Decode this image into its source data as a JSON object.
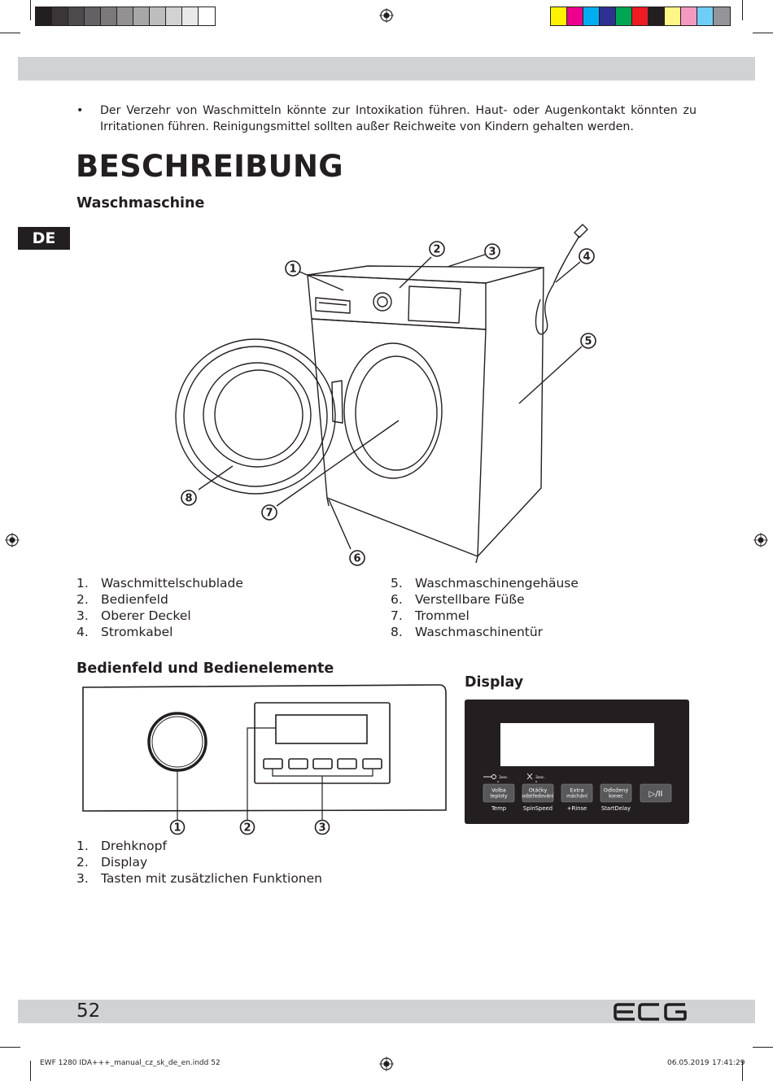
{
  "colors": {
    "gray_swatches": [
      "#231f20",
      "#3a3536",
      "#4d4a4b",
      "#636163",
      "#7b797a",
      "#939192",
      "#a8a7a8",
      "#bebdbe",
      "#d3d2d3",
      "#e8e8e8",
      "#ffffff"
    ],
    "color_swatches": [
      "#fff200",
      "#ec008c",
      "#00aeef",
      "#2e3192",
      "#00a651",
      "#ed1c24",
      "#231f20",
      "#fff685",
      "#f49ac1",
      "#6dcff6",
      "#939598"
    ],
    "bar_gray": "#d1d2d4",
    "ink": "#231f20"
  },
  "intro": {
    "bullet": "•",
    "text": "Der Verzehr von Waschmitteln könnte zur Intoxikation führen. Haut- oder Augenkontakt könnten zu Irritationen führen. Reinigungsmittel sollten außer Reichweite von Kindern gehalten werden."
  },
  "heading": "BESCHREIBUNG",
  "language_tab": "DE",
  "washer": {
    "title": "Waschmaschine",
    "callouts": [
      "1",
      "2",
      "3",
      "4",
      "5",
      "6",
      "7",
      "8"
    ],
    "parts_left": [
      {
        "num": "1.",
        "label": "Waschmittelschublade"
      },
      {
        "num": "2.",
        "label": "Bedienfeld"
      },
      {
        "num": "3.",
        "label": "Oberer Deckel"
      },
      {
        "num": "4.",
        "label": "Stromkabel"
      }
    ],
    "parts_right": [
      {
        "num": "5.",
        "label": "Waschmaschinengehäuse"
      },
      {
        "num": "6.",
        "label": "Verstellbare Füße"
      },
      {
        "num": "7.",
        "label": "Trommel"
      },
      {
        "num": "8.",
        "label": "Waschmaschinentür"
      }
    ]
  },
  "control_panel": {
    "title": "Bedienfeld und Bedienelemente",
    "callouts": [
      "1",
      "2",
      "3"
    ],
    "items": [
      {
        "num": "1.",
        "label": "Drehknopf"
      },
      {
        "num": "2.",
        "label": "Display"
      },
      {
        "num": "3.",
        "label": "Tasten mit zusätzlichen Funktionen"
      }
    ]
  },
  "display": {
    "title": "Display",
    "hold_labels": [
      "3sec.",
      "3sec."
    ],
    "buttons": [
      {
        "line1": "Volba",
        "line2": "teploty",
        "caption": "Temp"
      },
      {
        "line1": "Otáčky",
        "line2": "odstředování",
        "caption": "SpinSpeed"
      },
      {
        "line1": "Extra",
        "line2": "máchání",
        "caption": "+Rinse"
      },
      {
        "line1": "Odložený",
        "line2": "konec",
        "caption": "StartDelay"
      },
      {
        "line1": "▷/II",
        "line2": "",
        "caption": ""
      }
    ]
  },
  "footer": {
    "page_number": "52",
    "brand": "ECG",
    "file": "EWF 1280 IDA+++_manual_cz_sk_de_en.indd   52",
    "date": "06.05.2019",
    "time": "17:41:29"
  }
}
